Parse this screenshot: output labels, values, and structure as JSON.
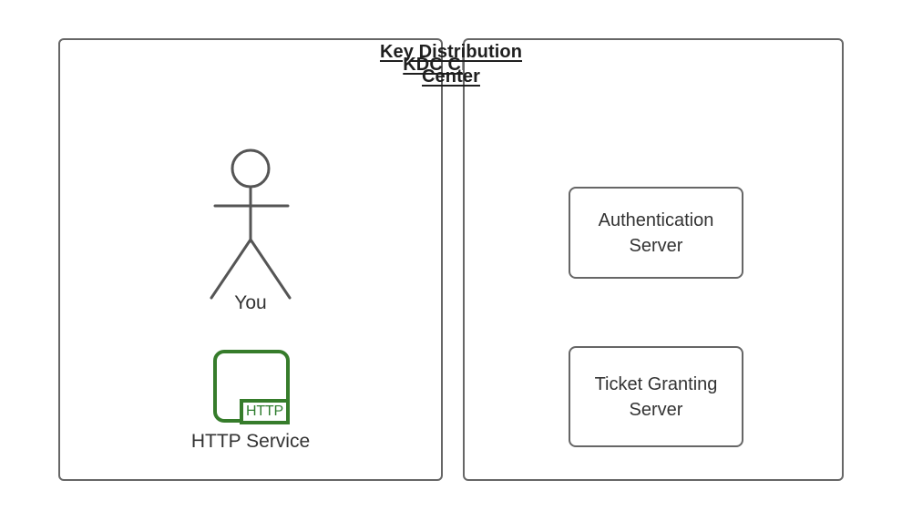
{
  "diagram": {
    "background_color": "#ffffff",
    "stroke_color": "#666666",
    "text_color": "#333333",
    "accent_green": "#367c2b"
  },
  "panels": [
    {
      "id": "kdc-client",
      "title": "KDC Client",
      "title_underlined": true,
      "actor": {
        "type": "stick-figure",
        "label": "You"
      },
      "service": {
        "icon": "http-service-icon",
        "badge_label": "HTTP",
        "label": "HTTP Service",
        "color": "#367c2b"
      }
    },
    {
      "id": "key-distribution-center",
      "title_line1": "Key Distribution",
      "title_line2": "Center",
      "title_underlined": true,
      "boxes": [
        {
          "line1": "Authentication",
          "line2": "Server"
        },
        {
          "line1": "Ticket Granting",
          "line2": "Server"
        }
      ]
    }
  ]
}
